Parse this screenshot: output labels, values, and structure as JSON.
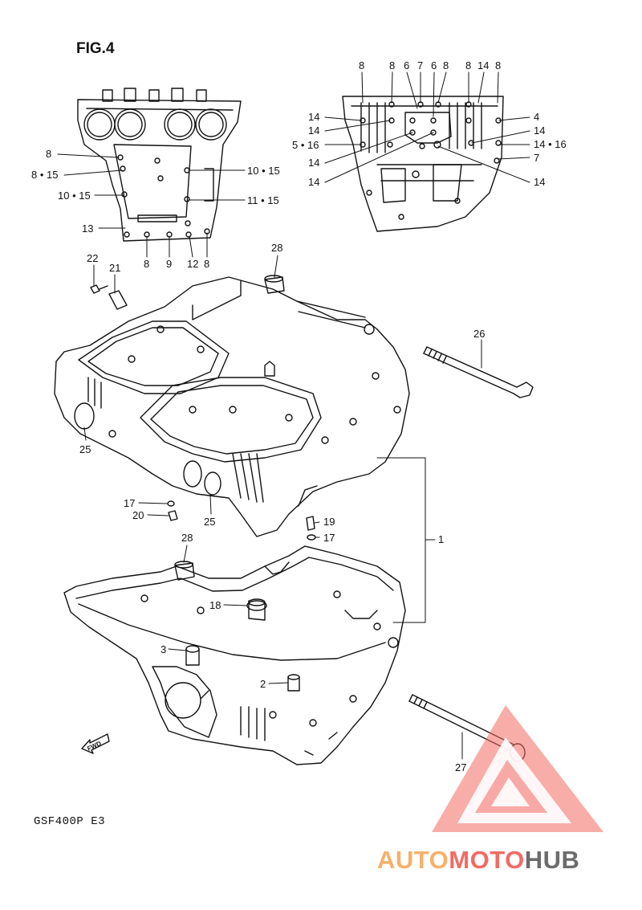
{
  "figure_title": "FIG.4",
  "model_code": "GSF400P E3",
  "watermark": {
    "part1": "AUTO",
    "part2": "MOTO",
    "part3": "HUB",
    "colors": {
      "part1": "#f6b06a",
      "part2": "#f36a62",
      "part3": "#6c6c6c",
      "logo": "#f36a62"
    }
  },
  "fwd_label": "FWD",
  "callouts": {
    "top_left": [
      "8",
      "8 • 15",
      "10 • 15",
      "13",
      "8",
      "9",
      "12",
      "8",
      "10 • 15",
      "11 • 15"
    ],
    "top_right_top": [
      "8",
      "8",
      "6",
      "7",
      "6",
      "8",
      "8",
      "14",
      "8"
    ],
    "top_right_left": [
      "14",
      "14",
      "5 • 16",
      "14",
      "14"
    ],
    "top_right_right": [
      "4",
      "14",
      "14 • 16",
      "7",
      "14"
    ],
    "main": [
      "22",
      "21",
      "28",
      "26",
      "25",
      "25",
      "17",
      "20",
      "19",
      "17",
      "1",
      "28",
      "18",
      "3",
      "2",
      "27"
    ]
  }
}
